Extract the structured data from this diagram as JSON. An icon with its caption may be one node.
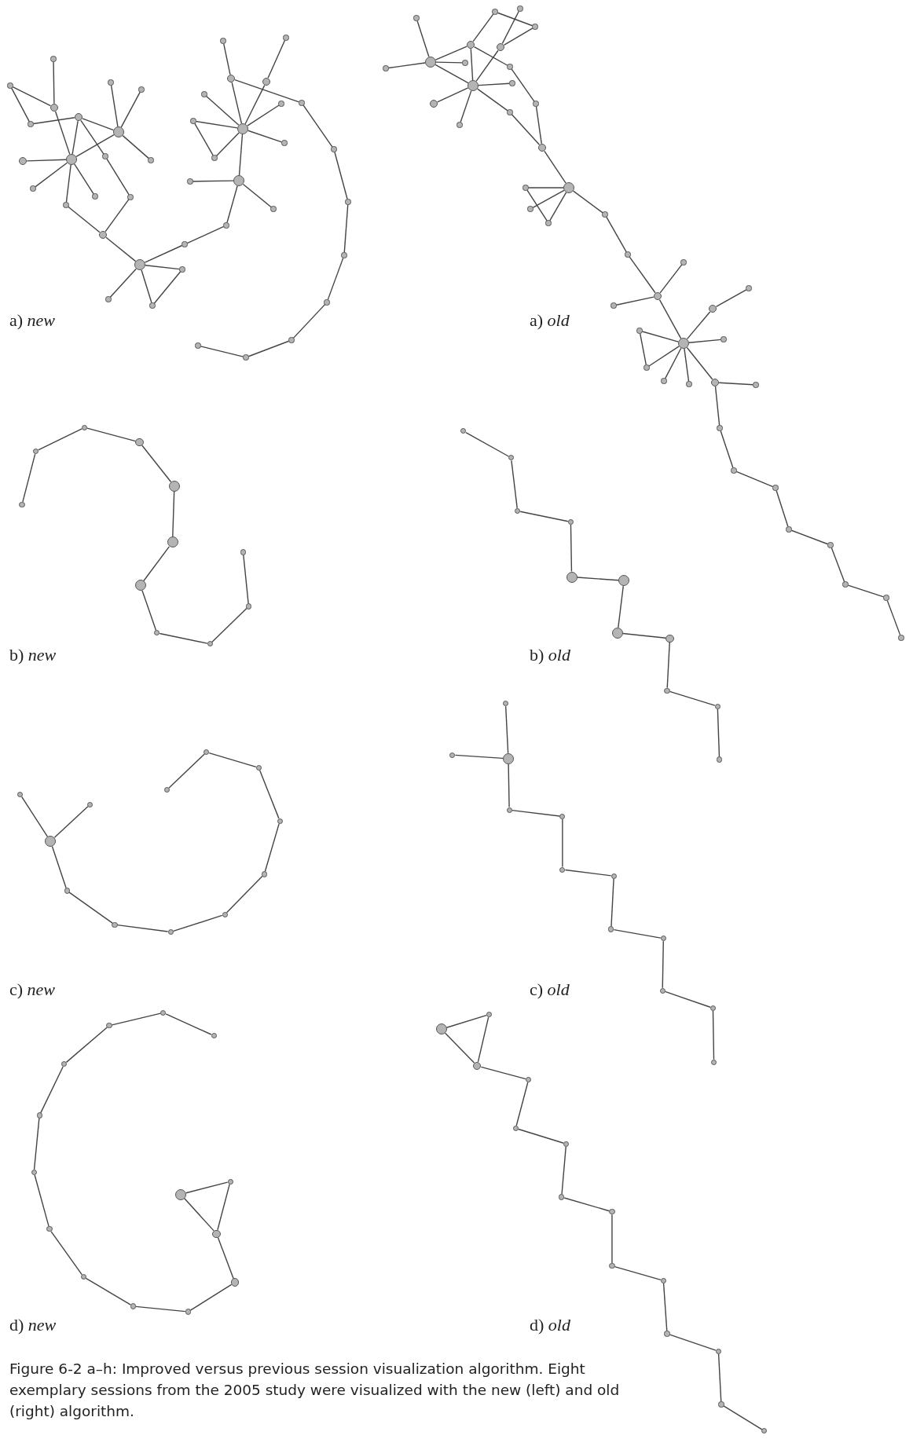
{
  "diagram": {
    "caption": "Figure 6-2 a–h: Improved versus previous session visualization algorithm. Eight exemplary sessions from the 2005 study were visualized with the new (left) and old (right) algorithm.",
    "nodes": [
      {
        "text": [],
        "shape": "circle"
      },
      {
        "text": [],
        "shape": "circle"
      },
      {
        "text": [],
        "shape": "circle"
      },
      {
        "text": [],
        "shape": "circle"
      },
      {
        "text": [],
        "shape": "circle"
      },
      {
        "text": [],
        "shape": "circle"
      },
      {
        "text": [],
        "shape": "circle"
      },
      {
        "text": [],
        "shape": "circle"
      },
      {
        "text": [],
        "shape": "circle"
      },
      {
        "text": [],
        "shape": "circle"
      },
      {
        "text": [],
        "shape": "circle"
      },
      {
        "text": [],
        "shape": "circle"
      },
      {
        "text": [],
        "shape": "circle"
      },
      {
        "text": [],
        "shape": "circle"
      },
      {
        "text": [],
        "shape": "circle"
      },
      {
        "text": [],
        "shape": "circle"
      },
      {
        "text": [],
        "shape": "circle"
      },
      {
        "text": [],
        "shape": "circle"
      },
      {
        "text": [],
        "shape": "circle"
      },
      {
        "text": [],
        "shape": "circle"
      },
      {
        "text": [],
        "shape": "circle"
      },
      {
        "text": [],
        "shape": "circle"
      },
      {
        "text": [],
        "shape": "circle"
      },
      {
        "text": [],
        "shape": "circle"
      },
      {
        "text": [],
        "shape": "circle"
      },
      {
        "text": [],
        "shape": "circle"
      },
      {
        "text": [],
        "shape": "circle"
      },
      {
        "text": [],
        "shape": "circle"
      },
      {
        "text": [],
        "shape": "circle"
      },
      {
        "text": [],
        "shape": "circle"
      },
      {
        "text": [],
        "shape": "circle"
      },
      {
        "text": [],
        "shape": "circle"
      },
      {
        "text": [],
        "shape": "circle"
      },
      {
        "text": [],
        "shape": "circle"
      },
      {
        "text": [],
        "shape": "circle"
      },
      {
        "text": [],
        "shape": "circle"
      },
      {
        "text": [],
        "shape": "circle"
      },
      {
        "text": [],
        "shape": "circle"
      },
      {
        "text": [],
        "shape": "circle"
      },
      {
        "text": [],
        "shape": "circle"
      },
      {
        "text": [],
        "shape": "circle"
      },
      {
        "text": [],
        "shape": "circle"
      },
      {
        "text": [],
        "shape": "circle"
      },
      {
        "text": [],
        "shape": "circle"
      },
      {
        "text": [],
        "shape": "circle"
      },
      {
        "text": [],
        "shape": "circle"
      },
      {
        "text": [],
        "shape": "circle"
      },
      {
        "text": [],
        "shape": "circle"
      },
      {
        "text": [],
        "shape": "circle"
      },
      {
        "text": [],
        "shape": "circle"
      },
      {
        "text": [],
        "shape": "circle"
      },
      {
        "text": [],
        "shape": "circle"
      },
      {
        "text": [],
        "shape": "circle"
      },
      {
        "text": [],
        "shape": "circle"
      },
      {
        "text": [],
        "shape": "circle"
      },
      {
        "text": [],
        "shape": "circle"
      },
      {
        "text": [],
        "shape": "circle"
      },
      {
        "text": [],
        "shape": "circle"
      },
      {
        "text": [],
        "shape": "circle"
      },
      {
        "text": [],
        "shape": "circle"
      },
      {
        "text": [],
        "shape": "circle"
      },
      {
        "text": [],
        "shape": "circle"
      },
      {
        "text": [],
        "shape": "circle"
      },
      {
        "text": [],
        "shape": "circle"
      },
      {
        "text": [],
        "shape": "circle"
      },
      {
        "text": [],
        "shape": "circle"
      },
      {
        "text": [],
        "shape": "circle"
      },
      {
        "text": [],
        "shape": "circle"
      },
      {
        "text": [],
        "shape": "circle"
      },
      {
        "text": [],
        "shape": "circle"
      },
      {
        "text": [],
        "shape": "circle"
      },
      {
        "text": [],
        "shape": "circle"
      },
      {
        "text": [],
        "shape": "circle"
      },
      {
        "text": [],
        "shape": "circle"
      },
      {
        "text": [],
        "shape": "circle"
      },
      {
        "text": [],
        "shape": "circle"
      },
      {
        "text": [],
        "shape": "circle"
      },
      {
        "text": [],
        "shape": "circle"
      },
      {
        "text": [],
        "shape": "circle"
      },
      {
        "text": [],
        "shape": "circle"
      },
      {
        "text": [],
        "shape": "circle"
      },
      {
        "text": [],
        "shape": "circle"
      },
      {
        "text": [],
        "shape": "circle"
      },
      {
        "text": [],
        "shape": "circle"
      },
      {
        "text": [],
        "shape": "circle"
      },
      {
        "text": [],
        "shape": "circle"
      },
      {
        "text": [],
        "shape": "circle"
      },
      {
        "text": [],
        "shape": "circle"
      },
      {
        "text": [],
        "shape": "circle"
      },
      {
        "text": [],
        "shape": "circle"
      },
      {
        "text": [],
        "shape": "circle"
      },
      {
        "text": [],
        "shape": "circle"
      },
      {
        "text": [],
        "shape": "circle"
      },
      {
        "text": [],
        "shape": "circle"
      },
      {
        "text": [],
        "shape": "circle"
      },
      {
        "text": [],
        "shape": "circle"
      },
      {
        "text": [],
        "shape": "circle"
      },
      {
        "text": [],
        "shape": "circle"
      },
      {
        "text": [],
        "shape": "circle"
      },
      {
        "text": [],
        "shape": "circle"
      },
      {
        "text": [],
        "shape": "circle"
      },
      {
        "text": [],
        "shape": "circle"
      },
      {
        "text": [],
        "shape": "circle"
      },
      {
        "text": [],
        "shape": "circle"
      },
      {
        "text": [],
        "shape": "circle"
      },
      {
        "text": [],
        "shape": "circle"
      },
      {
        "text": [],
        "shape": "circle"
      },
      {
        "text": [],
        "shape": "circle"
      },
      {
        "text": [],
        "shape": "circle"
      },
      {
        "text": [],
        "shape": "circle"
      },
      {
        "text": [],
        "shape": "circle"
      },
      {
        "text": [],
        "shape": "circle"
      },
      {
        "text": [],
        "shape": "circle"
      },
      {
        "text": [],
        "shape": "circle"
      },
      {
        "text": [],
        "shape": "circle"
      },
      {
        "text": [],
        "shape": "circle"
      },
      {
        "text": [],
        "shape": "circle"
      },
      {
        "text": [],
        "shape": "circle"
      },
      {
        "text": [],
        "shape": "circle"
      },
      {
        "text": [],
        "shape": "circle"
      },
      {
        "text": [],
        "shape": "circle"
      },
      {
        "text": [],
        "shape": "circle"
      },
      {
        "text": [],
        "shape": "circle"
      },
      {
        "text": [],
        "shape": "circle"
      },
      {
        "text": [],
        "shape": "circle"
      },
      {
        "text": [],
        "shape": "circle"
      },
      {
        "text": [],
        "shape": "circle"
      },
      {
        "text": [],
        "shape": "circle"
      },
      {
        "text": [],
        "shape": "circle"
      },
      {
        "text": [],
        "shape": "circle"
      },
      {
        "text": [],
        "shape": "circle"
      },
      {
        "text": [],
        "shape": "circle"
      },
      {
        "text": [],
        "shape": "circle"
      },
      {
        "text": [],
        "shape": "circle"
      },
      {
        "text": [],
        "shape": "circle"
      },
      {
        "text": [],
        "shape": "circle"
      },
      {
        "text": [],
        "shape": "circle"
      },
      {
        "text": [],
        "shape": "circle"
      },
      {
        "text": [],
        "shape": "circle"
      },
      {
        "text": [],
        "shape": "circle"
      },
      {
        "text": [],
        "shape": "circle"
      },
      {
        "text": [],
        "shape": "circle"
      },
      {
        "text": [],
        "shape": "circle"
      },
      {
        "text": [],
        "shape": "circle"
      },
      {
        "text": [],
        "shape": "circle"
      },
      {
        "text": [],
        "shape": "circle"
      },
      {
        "text": [],
        "shape": "circle"
      },
      {
        "text": [],
        "shape": "circle"
      },
      {
        "text": [],
        "shape": "circle"
      },
      {
        "text": [],
        "shape": "circle"
      },
      {
        "text": [],
        "shape": "circle"
      },
      {
        "text": [],
        "shape": "circle"
      },
      {
        "text": [],
        "shape": "circle"
      },
      {
        "text": [],
        "shape": "circle"
      },
      {
        "text": [],
        "shape": "circle"
      },
      {
        "text": [],
        "shape": "circle"
      },
      {
        "text": [],
        "shape": "circle"
      },
      {
        "text": [],
        "shape": "circle"
      },
      {
        "text": [],
        "shape": "circle"
      },
      {
        "text": [],
        "shape": "circle"
      },
      {
        "text": [],
        "shape": "circle"
      },
      {
        "text": [],
        "shape": "circle"
      }
    ],
    "edges": [
      {
        "from": 0,
        "to": 2,
        "arrow": "none"
      },
      {
        "from": 1,
        "to": 2,
        "arrow": "none"
      },
      {
        "from": 1,
        "to": 3,
        "arrow": "none"
      },
      {
        "from": 3,
        "to": 4,
        "arrow": "none"
      },
      {
        "from": 2,
        "to": 9,
        "arrow": "none"
      },
      {
        "from": 4,
        "to": 9,
        "arrow": "none"
      },
      {
        "from": 4,
        "to": 7,
        "arrow": "none"
      },
      {
        "from": 4,
        "to": 11,
        "arrow": "none"
      },
      {
        "from": 7,
        "to": 9,
        "arrow": "none"
      },
      {
        "from": 5,
        "to": 7,
        "arrow": "none"
      },
      {
        "from": 6,
        "to": 7,
        "arrow": "none"
      },
      {
        "from": 7,
        "to": 13,
        "arrow": "none"
      },
      {
        "from": 8,
        "to": 9,
        "arrow": "none"
      },
      {
        "from": 9,
        "to": 10,
        "arrow": "none"
      },
      {
        "from": 9,
        "to": 12,
        "arrow": "none"
      },
      {
        "from": 9,
        "to": 14,
        "arrow": "none"
      },
      {
        "from": 11,
        "to": 15,
        "arrow": "none"
      },
      {
        "from": 14,
        "to": 16,
        "arrow": "none"
      },
      {
        "from": 15,
        "to": 16,
        "arrow": "none"
      },
      {
        "from": 16,
        "to": 17,
        "arrow": "none"
      },
      {
        "from": 17,
        "to": 18,
        "arrow": "none"
      },
      {
        "from": 17,
        "to": 19,
        "arrow": "none"
      },
      {
        "from": 17,
        "to": 20,
        "arrow": "none"
      },
      {
        "from": 19,
        "to": 20,
        "arrow": "none"
      },
      {
        "from": 17,
        "to": 21,
        "arrow": "none"
      },
      {
        "from": 21,
        "to": 22,
        "arrow": "none"
      },
      {
        "from": 22,
        "to": 23,
        "arrow": "none"
      },
      {
        "from": 23,
        "to": 24,
        "arrow": "none"
      },
      {
        "from": 23,
        "to": 25,
        "arrow": "none"
      },
      {
        "from": 23,
        "to": 26,
        "arrow": "none"
      },
      {
        "from": 26,
        "to": 27,
        "arrow": "none"
      },
      {
        "from": 26,
        "to": 28,
        "arrow": "none"
      },
      {
        "from": 28,
        "to": 29,
        "arrow": "none"
      },
      {
        "from": 29,
        "to": 26,
        "arrow": "none"
      },
      {
        "from": 26,
        "to": 30,
        "arrow": "none"
      },
      {
        "from": 30,
        "to": 31,
        "arrow": "none"
      },
      {
        "from": 30,
        "to": 36,
        "arrow": "none"
      },
      {
        "from": 26,
        "to": 32,
        "arrow": "none"
      },
      {
        "from": 32,
        "to": 33,
        "arrow": "none"
      },
      {
        "from": 26,
        "to": 34,
        "arrow": "none"
      },
      {
        "from": 26,
        "to": 35,
        "arrow": "none"
      },
      {
        "from": 36,
        "to": 37,
        "arrow": "none"
      },
      {
        "from": 37,
        "to": 38,
        "arrow": "none"
      },
      {
        "from": 38,
        "to": 39,
        "arrow": "none"
      },
      {
        "from": 39,
        "to": 40,
        "arrow": "none"
      },
      {
        "from": 40,
        "to": 41,
        "arrow": "none"
      },
      {
        "from": 41,
        "to": 42,
        "arrow": "none"
      },
      {
        "from": 42,
        "to": 43,
        "arrow": "none"
      },
      {
        "from": 44,
        "to": 46,
        "arrow": "none"
      },
      {
        "from": 45,
        "to": 46,
        "arrow": "none"
      },
      {
        "from": 46,
        "to": 47,
        "arrow": "none"
      },
      {
        "from": 46,
        "to": 48,
        "arrow": "none"
      },
      {
        "from": 46,
        "to": 53,
        "arrow": "none"
      },
      {
        "from": 48,
        "to": 53,
        "arrow": "none"
      },
      {
        "from": 48,
        "to": 49,
        "arrow": "none"
      },
      {
        "from": 48,
        "to": 58,
        "arrow": "none"
      },
      {
        "from": 49,
        "to": 51,
        "arrow": "none"
      },
      {
        "from": 50,
        "to": 52,
        "arrow": "none"
      },
      {
        "from": 51,
        "to": 52,
        "arrow": "none"
      },
      {
        "from": 52,
        "to": 53,
        "arrow": "none"
      },
      {
        "from": 53,
        "to": 54,
        "arrow": "none"
      },
      {
        "from": 53,
        "to": 55,
        "arrow": "none"
      },
      {
        "from": 53,
        "to": 56,
        "arrow": "none"
      },
      {
        "from": 53,
        "to": 57,
        "arrow": "none"
      },
      {
        "from": 57,
        "to": 60,
        "arrow": "none"
      },
      {
        "from": 58,
        "to": 59,
        "arrow": "none"
      },
      {
        "from": 59,
        "to": 60,
        "arrow": "none"
      },
      {
        "from": 60,
        "to": 61,
        "arrow": "none"
      },
      {
        "from": 61,
        "to": 62,
        "arrow": "none"
      },
      {
        "from": 61,
        "to": 63,
        "arrow": "none"
      },
      {
        "from": 61,
        "to": 64,
        "arrow": "none"
      },
      {
        "from": 62,
        "to": 64,
        "arrow": "none"
      },
      {
        "from": 61,
        "to": 65,
        "arrow": "none"
      },
      {
        "from": 65,
        "to": 66,
        "arrow": "none"
      },
      {
        "from": 66,
        "to": 68,
        "arrow": "none"
      },
      {
        "from": 67,
        "to": 68,
        "arrow": "none"
      },
      {
        "from": 68,
        "to": 69,
        "arrow": "none"
      },
      {
        "from": 68,
        "to": 73,
        "arrow": "none"
      },
      {
        "from": 70,
        "to": 73,
        "arrow": "none"
      },
      {
        "from": 70,
        "to": 71,
        "arrow": "none"
      },
      {
        "from": 72,
        "to": 73,
        "arrow": "none"
      },
      {
        "from": 72,
        "to": 75,
        "arrow": "none"
      },
      {
        "from": 73,
        "to": 75,
        "arrow": "none"
      },
      {
        "from": 73,
        "to": 74,
        "arrow": "none"
      },
      {
        "from": 73,
        "to": 76,
        "arrow": "none"
      },
      {
        "from": 73,
        "to": 77,
        "arrow": "none"
      },
      {
        "from": 73,
        "to": 78,
        "arrow": "none"
      },
      {
        "from": 78,
        "to": 79,
        "arrow": "none"
      },
      {
        "from": 78,
        "to": 80,
        "arrow": "none"
      },
      {
        "from": 80,
        "to": 81,
        "arrow": "none"
      },
      {
        "from": 81,
        "to": 82,
        "arrow": "none"
      },
      {
        "from": 82,
        "to": 83,
        "arrow": "none"
      },
      {
        "from": 83,
        "to": 84,
        "arrow": "none"
      },
      {
        "from": 84,
        "to": 85,
        "arrow": "none"
      },
      {
        "from": 85,
        "to": 86,
        "arrow": "none"
      },
      {
        "from": 86,
        "to": 87,
        "arrow": "none"
      },
      {
        "from": 88,
        "to": 89,
        "arrow": "none"
      },
      {
        "from": 89,
        "to": 90,
        "arrow": "none"
      },
      {
        "from": 90,
        "to": 91,
        "arrow": "none"
      },
      {
        "from": 91,
        "to": 92,
        "arrow": "none"
      },
      {
        "from": 92,
        "to": 93,
        "arrow": "none"
      },
      {
        "from": 93,
        "to": 94,
        "arrow": "none"
      },
      {
        "from": 94,
        "to": 95,
        "arrow": "none"
      },
      {
        "from": 95,
        "to": 96,
        "arrow": "none"
      },
      {
        "from": 96,
        "to": 97,
        "arrow": "none"
      },
      {
        "from": 97,
        "to": 98,
        "arrow": "none"
      },
      {
        "from": 99,
        "to": 100,
        "arrow": "none"
      },
      {
        "from": 100,
        "to": 101,
        "arrow": "none"
      },
      {
        "from": 101,
        "to": 102,
        "arrow": "none"
      },
      {
        "from": 102,
        "to": 103,
        "arrow": "none"
      },
      {
        "from": 103,
        "to": 104,
        "arrow": "none"
      },
      {
        "from": 104,
        "to": 105,
        "arrow": "none"
      },
      {
        "from": 105,
        "to": 106,
        "arrow": "none"
      },
      {
        "from": 106,
        "to": 107,
        "arrow": "none"
      },
      {
        "from": 107,
        "to": 108,
        "arrow": "none"
      },
      {
        "from": 108,
        "to": 109,
        "arrow": "none"
      },
      {
        "from": 110,
        "to": 111,
        "arrow": "none"
      },
      {
        "from": 111,
        "to": 112,
        "arrow": "none"
      },
      {
        "from": 111,
        "to": 113,
        "arrow": "none"
      },
      {
        "from": 113,
        "to": 114,
        "arrow": "none"
      },
      {
        "from": 114,
        "to": 115,
        "arrow": "none"
      },
      {
        "from": 115,
        "to": 116,
        "arrow": "none"
      },
      {
        "from": 116,
        "to": 117,
        "arrow": "none"
      },
      {
        "from": 117,
        "to": 118,
        "arrow": "none"
      },
      {
        "from": 118,
        "to": 119,
        "arrow": "none"
      },
      {
        "from": 119,
        "to": 120,
        "arrow": "none"
      },
      {
        "from": 120,
        "to": 121,
        "arrow": "none"
      },
      {
        "from": 122,
        "to": 124,
        "arrow": "none"
      },
      {
        "from": 123,
        "to": 124,
        "arrow": "none"
      },
      {
        "from": 124,
        "to": 125,
        "arrow": "none"
      },
      {
        "from": 125,
        "to": 126,
        "arrow": "none"
      },
      {
        "from": 126,
        "to": 127,
        "arrow": "none"
      },
      {
        "from": 127,
        "to": 128,
        "arrow": "none"
      },
      {
        "from": 128,
        "to": 129,
        "arrow": "none"
      },
      {
        "from": 129,
        "to": 130,
        "arrow": "none"
      },
      {
        "from": 130,
        "to": 131,
        "arrow": "none"
      },
      {
        "from": 131,
        "to": 132,
        "arrow": "none"
      },
      {
        "from": 132,
        "to": 133,
        "arrow": "none"
      },
      {
        "from": 134,
        "to": 135,
        "arrow": "none"
      },
      {
        "from": 135,
        "to": 136,
        "arrow": "none"
      },
      {
        "from": 136,
        "to": 137,
        "arrow": "none"
      },
      {
        "from": 137,
        "to": 138,
        "arrow": "none"
      },
      {
        "from": 138,
        "to": 139,
        "arrow": "none"
      },
      {
        "from": 139,
        "to": 140,
        "arrow": "none"
      },
      {
        "from": 140,
        "to": 141,
        "arrow": "none"
      },
      {
        "from": 141,
        "to": 142,
        "arrow": "none"
      },
      {
        "from": 142,
        "to": 143,
        "arrow": "none"
      },
      {
        "from": 143,
        "to": 144,
        "arrow": "none"
      },
      {
        "from": 144,
        "to": 145,
        "arrow": "none"
      },
      {
        "from": 145,
        "to": 146,
        "arrow": "none"
      },
      {
        "from": 146,
        "to": 147,
        "arrow": "none"
      },
      {
        "from": 147,
        "to": 145,
        "arrow": "none"
      },
      {
        "from": 148,
        "to": 149,
        "arrow": "none"
      },
      {
        "from": 149,
        "to": 150,
        "arrow": "none"
      },
      {
        "from": 148,
        "to": 150,
        "arrow": "none"
      },
      {
        "from": 150,
        "to": 151,
        "arrow": "none"
      },
      {
        "from": 151,
        "to": 152,
        "arrow": "none"
      },
      {
        "from": 152,
        "to": 153,
        "arrow": "none"
      },
      {
        "from": 153,
        "to": 154,
        "arrow": "none"
      },
      {
        "from": 154,
        "to": 155,
        "arrow": "none"
      },
      {
        "from": 155,
        "to": 156,
        "arrow": "none"
      },
      {
        "from": 156,
        "to": 157,
        "arrow": "none"
      },
      {
        "from": 157,
        "to": 158,
        "arrow": "none"
      },
      {
        "from": 158,
        "to": 159,
        "arrow": "none"
      },
      {
        "from": 159,
        "to": 160,
        "arrow": "none"
      },
      {
        "from": 160,
        "to": 161,
        "arrow": "none"
      }
    ],
    "labels": [
      "a) *new*",
      "a) *old*",
      "b) *new*",
      "b) *old*",
      "c) *new*",
      "c) *old*",
      "d) *new*",
      "d) *old*"
    ]
  }
}
